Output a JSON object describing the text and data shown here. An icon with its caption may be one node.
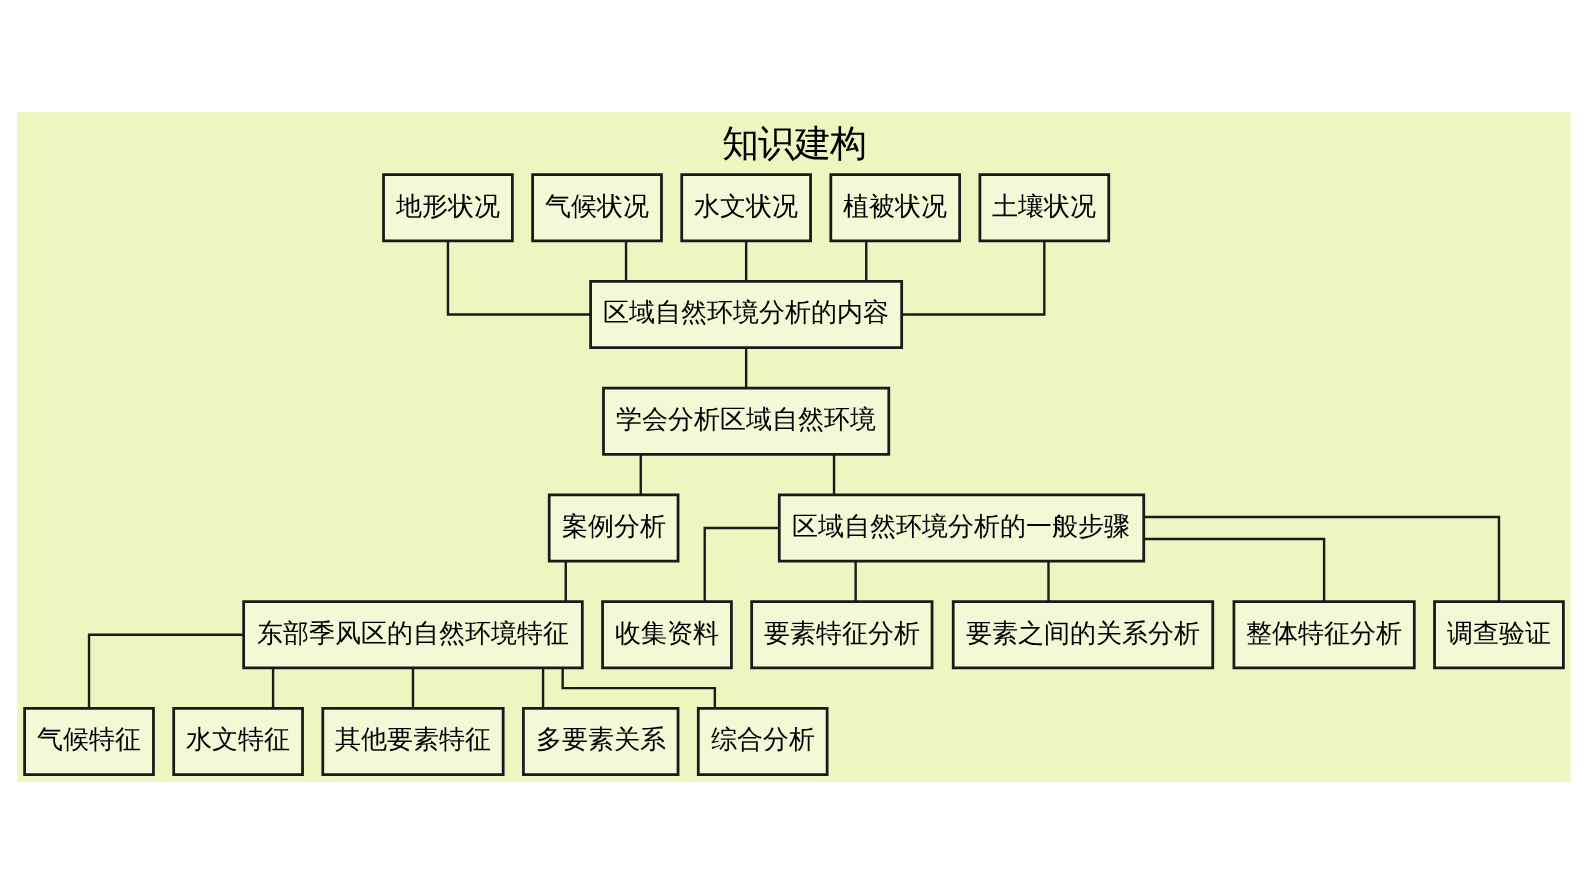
{
  "diagram": {
    "title": "知识建构",
    "nodes": [
      {
        "text": [
          "地形状况"
        ]
      },
      {
        "text": [
          "气候状况"
        ]
      },
      {
        "text": [
          "水文状况"
        ]
      },
      {
        "text": [
          "植被状况"
        ]
      },
      {
        "text": [
          "土壤状况"
        ]
      },
      {
        "text": [
          "区域自然环境分析的内容"
        ]
      },
      {
        "text": [
          "学会分析区域自然环境"
        ]
      },
      {
        "text": [
          "案例分析"
        ]
      },
      {
        "text": [
          "东部季风区的自然环境特征"
        ]
      },
      {
        "text": [
          "气候特征"
        ]
      },
      {
        "text": [
          "水文特征"
        ]
      },
      {
        "text": [
          "其他要素特征"
        ]
      },
      {
        "text": [
          "多要素关系"
        ]
      },
      {
        "text": [
          "综合分析"
        ]
      },
      {
        "text": [
          "区域自然环境分析的一般步骤"
        ]
      },
      {
        "text": [
          "收集资料"
        ]
      },
      {
        "text": [
          "要素特征分析"
        ]
      },
      {
        "text": [
          "要素之间的关系分析"
        ]
      },
      {
        "text": [
          "整体特征分析"
        ]
      },
      {
        "text": [
          "调查验证"
        ]
      }
    ],
    "edges": [
      {
        "from": 0,
        "to": 5,
        "arrow": "none"
      },
      {
        "from": 1,
        "to": 5,
        "arrow": "none"
      },
      {
        "from": 2,
        "to": 5,
        "arrow": "none"
      },
      {
        "from": 3,
        "to": 5,
        "arrow": "none"
      },
      {
        "from": 4,
        "to": 5,
        "arrow": "none"
      },
      {
        "from": 5,
        "to": 6,
        "arrow": "none"
      },
      {
        "from": 6,
        "to": 7,
        "arrow": "none"
      },
      {
        "from": 7,
        "to": 8,
        "arrow": "none"
      },
      {
        "from": 8,
        "to": 9,
        "arrow": "none"
      },
      {
        "from": 8,
        "to": 10,
        "arrow": "none"
      },
      {
        "from": 8,
        "to": 11,
        "arrow": "none"
      },
      {
        "from": 8,
        "to": 12,
        "arrow": "none"
      },
      {
        "from": 8,
        "to": 13,
        "arrow": "none"
      },
      {
        "from": 6,
        "to": 14,
        "arrow": "none"
      },
      {
        "from": 14,
        "to": 15,
        "arrow": "none"
      },
      {
        "from": 14,
        "to": 16,
        "arrow": "none"
      },
      {
        "from": 14,
        "to": 17,
        "arrow": "none"
      },
      {
        "from": 14,
        "to": 18,
        "arrow": "none"
      },
      {
        "from": 14,
        "to": 19,
        "arrow": "none"
      }
    ]
  }
}
